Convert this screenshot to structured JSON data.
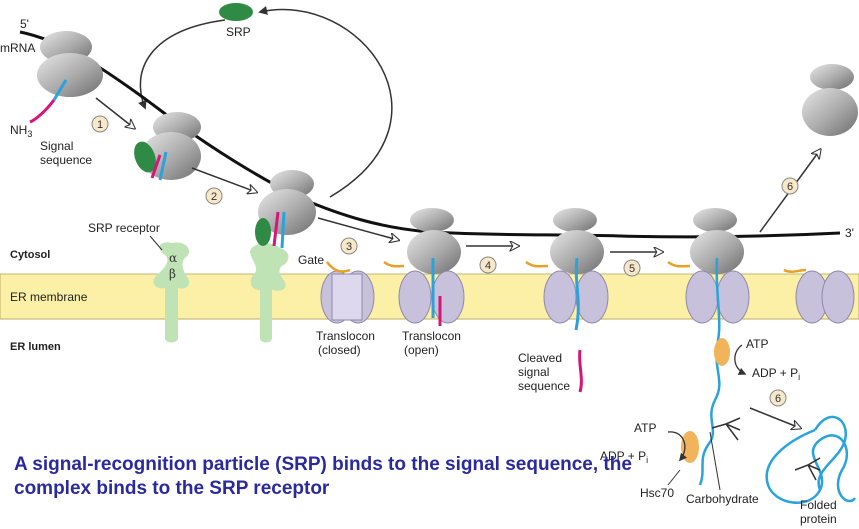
{
  "labels": {
    "five_prime": "5'",
    "three_prime": "3'",
    "mrna": "mRNA",
    "srp": "SRP",
    "nh3": "NH",
    "nh3_sub": "3",
    "signal_sequence": [
      "Signal",
      "sequence"
    ],
    "srp_receptor": "SRP receptor",
    "alpha": "α",
    "beta": "β",
    "cytosol": "Cytosol",
    "er_membrane": "ER membrane",
    "er_lumen": "ER lumen",
    "gate": "Gate",
    "translocon_closed": [
      "Translocon",
      "(closed)"
    ],
    "translocon_open": [
      "Translocon",
      "(open)"
    ],
    "cleaved_signal": [
      "Cleaved",
      "signal",
      "sequence"
    ],
    "atp_1": "ATP",
    "adp_1": "ADP + P",
    "adp_1_sub": "i",
    "atp_2": "ATP",
    "adp_2": "ADP + P",
    "adp_2_sub": "i",
    "hsc70": "Hsc70",
    "carbohydrate": "Carbohydrate",
    "folded_protein": [
      "Folded",
      "protein"
    ]
  },
  "steps": [
    "1",
    "2",
    "3",
    "4",
    "5",
    "6",
    "6"
  ],
  "caption": "A signal-recognition particle (SRP) binds to the signal sequence, the complex binds to the SRP receptor",
  "colors": {
    "membrane": "#fbf0a6",
    "srp": "#2f8a45",
    "receptor": "#bfe3b5",
    "translocon": "#c7c1dc",
    "signal_seq": "#d6157a",
    "chain": "#2aa3dc",
    "hsc70": "#f2b45a",
    "caption": "#2a2a9c"
  }
}
